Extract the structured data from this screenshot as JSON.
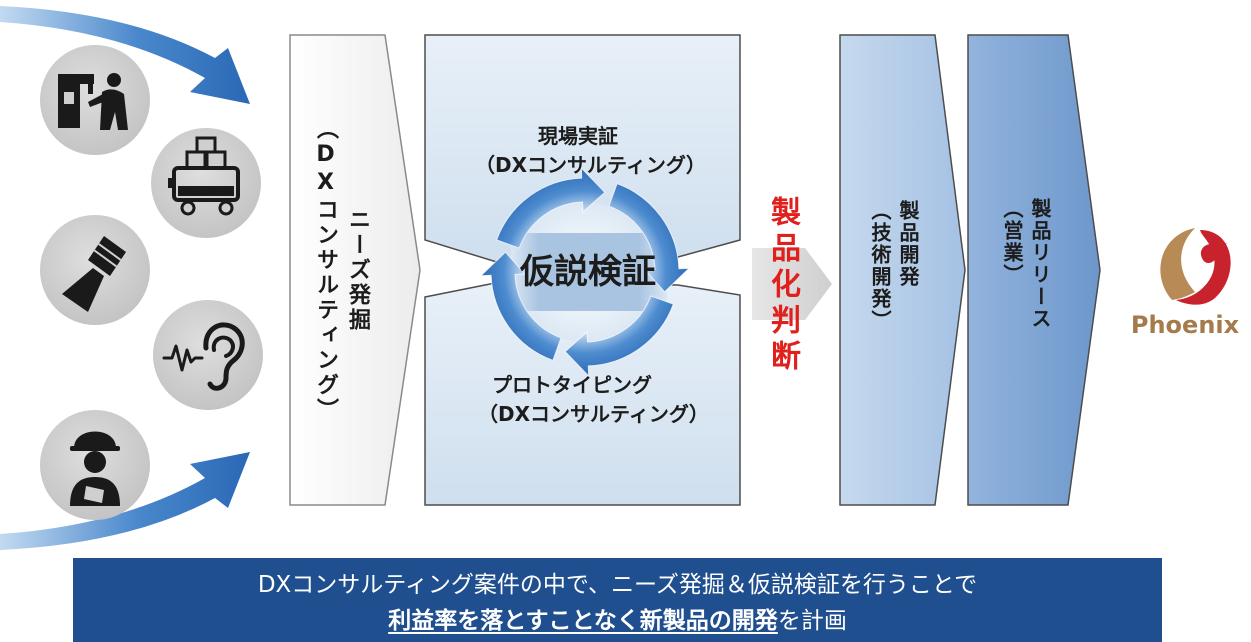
{
  "sources": {
    "icons": [
      "factory-worker-icon",
      "delivery-robot-icon",
      "camera-light-icon",
      "ear-sound-icon",
      "construction-worker-icon"
    ]
  },
  "needs_discovery": {
    "title": "ニーズ発掘",
    "subtitle": "（DXコンサルティング）"
  },
  "hypothesis_testing": {
    "field_test": {
      "title": "現場実証",
      "subtitle": "（DXコンサルティング）"
    },
    "center_label": "仮説検証",
    "prototyping": {
      "title": "プロトタイピング",
      "subtitle": "（DXコンサルティング）"
    }
  },
  "decision": {
    "label": "製品化判断"
  },
  "product_development": {
    "title": "製品開発",
    "subtitle": "（技術開発）"
  },
  "product_release": {
    "title": "製品リリース",
    "subtitle": "（営業）"
  },
  "brand": {
    "logo": "phoenix-logo-icon",
    "name": "Phoenix"
  },
  "banner": {
    "line1": "DXコンサルティング案件の中で、ニーズ発掘＆仮説検証を行うことで",
    "line2_emphasis": "利益率を落とすことなく新製品の開発",
    "line2_rest": "を計画"
  },
  "colors": {
    "accent_blue": "#2f6fbd",
    "banner": "#1f4f8e",
    "decision_red": "#e0201c",
    "brand_gold": "#a67b4b",
    "brand_red": "#c8232c"
  }
}
